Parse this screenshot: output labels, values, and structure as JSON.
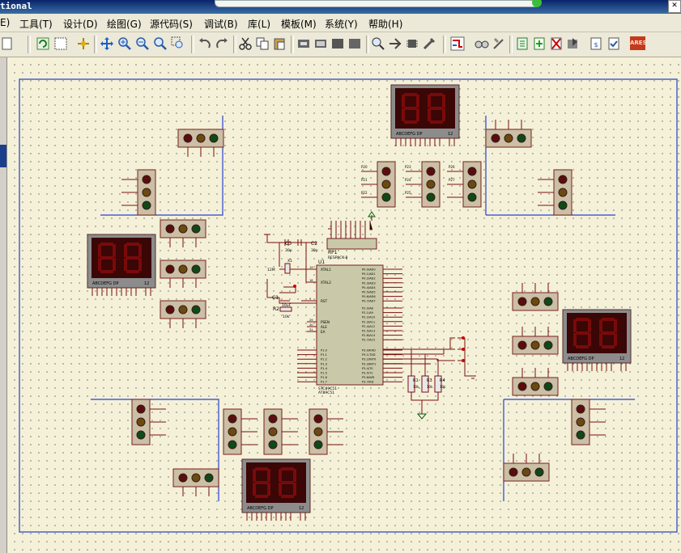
{
  "window": {
    "title_fragment": "tional"
  },
  "menu": [
    {
      "label": "E)"
    },
    {
      "label": "工具(T)"
    },
    {
      "label": "设计(D)"
    },
    {
      "label": "绘图(G)"
    },
    {
      "label": "源代码(S)"
    },
    {
      "label": "调试(B)"
    },
    {
      "label": "库(L)"
    },
    {
      "label": "模板(M)"
    },
    {
      "label": "系统(Y)"
    },
    {
      "label": "帮助(H)"
    }
  ],
  "toolbar_logo": "ARES",
  "schematic": {
    "mcu": {
      "ref": "U1",
      "part": "STC89C51",
      "part2": "AT89C51",
      "left_pins": [
        "XTAL1",
        "XTAL2",
        "RST",
        "PSEN",
        "ALE",
        "EA"
      ],
      "left_pin_numbers": [
        "19",
        "18",
        "9",
        "29",
        "30",
        "31"
      ],
      "port0_labels": [
        "P0.0/AD0",
        "P0.1/AD1",
        "P0.2/AD2",
        "P0.3/AD3",
        "P0.4/AD4",
        "P0.5/AD5",
        "P0.6/AD6",
        "P0.7/AD7"
      ],
      "port2_labels": [
        "P2.0/A8",
        "P2.1/A9",
        "P2.2/A10",
        "P2.3/A11",
        "P2.4/A12",
        "P2.5/A13",
        "P2.6/A14",
        "P2.7/A15"
      ],
      "port3_labels": [
        "P3.0/RXD",
        "P3.1/TXD",
        "P3.2/INT0",
        "P3.3/INT1",
        "P3.4/T0",
        "P3.5/T1",
        "P3.6/WR",
        "P3.7/RD"
      ],
      "port1_labels": [
        "P1.0",
        "P1.1",
        "P1.2",
        "P1.3",
        "P1.4",
        "P1.5",
        "P1.6",
        "P1.7"
      ]
    },
    "rp1": {
      "ref": "RP1",
      "part": "RESPACK-8"
    },
    "capacitors": [
      {
        "ref": "C3",
        "value": "30p"
      },
      {
        "ref": "C2",
        "value": "30p"
      },
      {
        "ref": "C1",
        "value": "10uF"
      }
    ],
    "crystal": {
      "ref": "X1",
      "value": "12M"
    },
    "resistors": [
      {
        "ref": "R2",
        "value": "10k"
      },
      {
        "ref": "R1",
        "value": "10k"
      },
      {
        "ref": "R3",
        "value": "10k"
      },
      {
        "ref": "R4",
        "value": "10k"
      }
    ],
    "seven_seg_label": "ABCDEFG DP",
    "seven_seg_pins": "12",
    "net_labels": [
      "P20",
      "P21",
      "P22",
      "P23",
      "P24",
      "P25",
      "P26",
      "P27"
    ]
  }
}
